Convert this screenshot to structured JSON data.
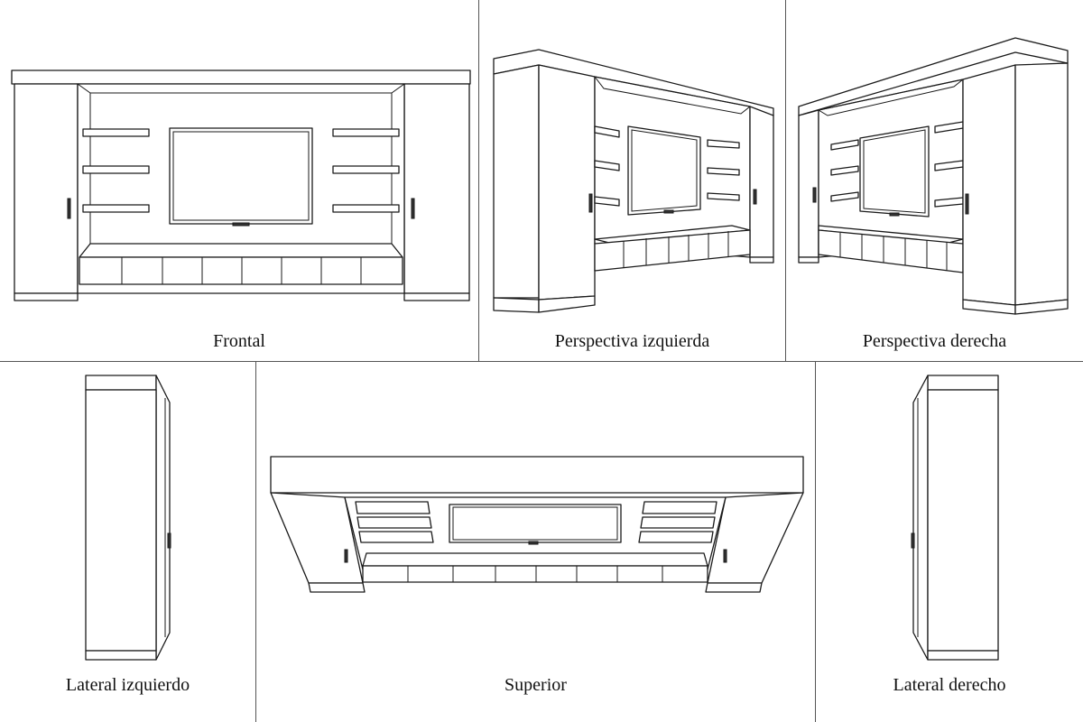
{
  "views": {
    "frontal": {
      "label": "Frontal"
    },
    "perspectiva_izquierda": {
      "label": "Perspectiva izquierda"
    },
    "perspectiva_derecha": {
      "label": "Perspectiva derecha"
    },
    "lateral_izquierdo": {
      "label": "Lateral izquierdo"
    },
    "superior": {
      "label": "Superior"
    },
    "lateral_derecho": {
      "label": "Lateral derecho"
    }
  }
}
